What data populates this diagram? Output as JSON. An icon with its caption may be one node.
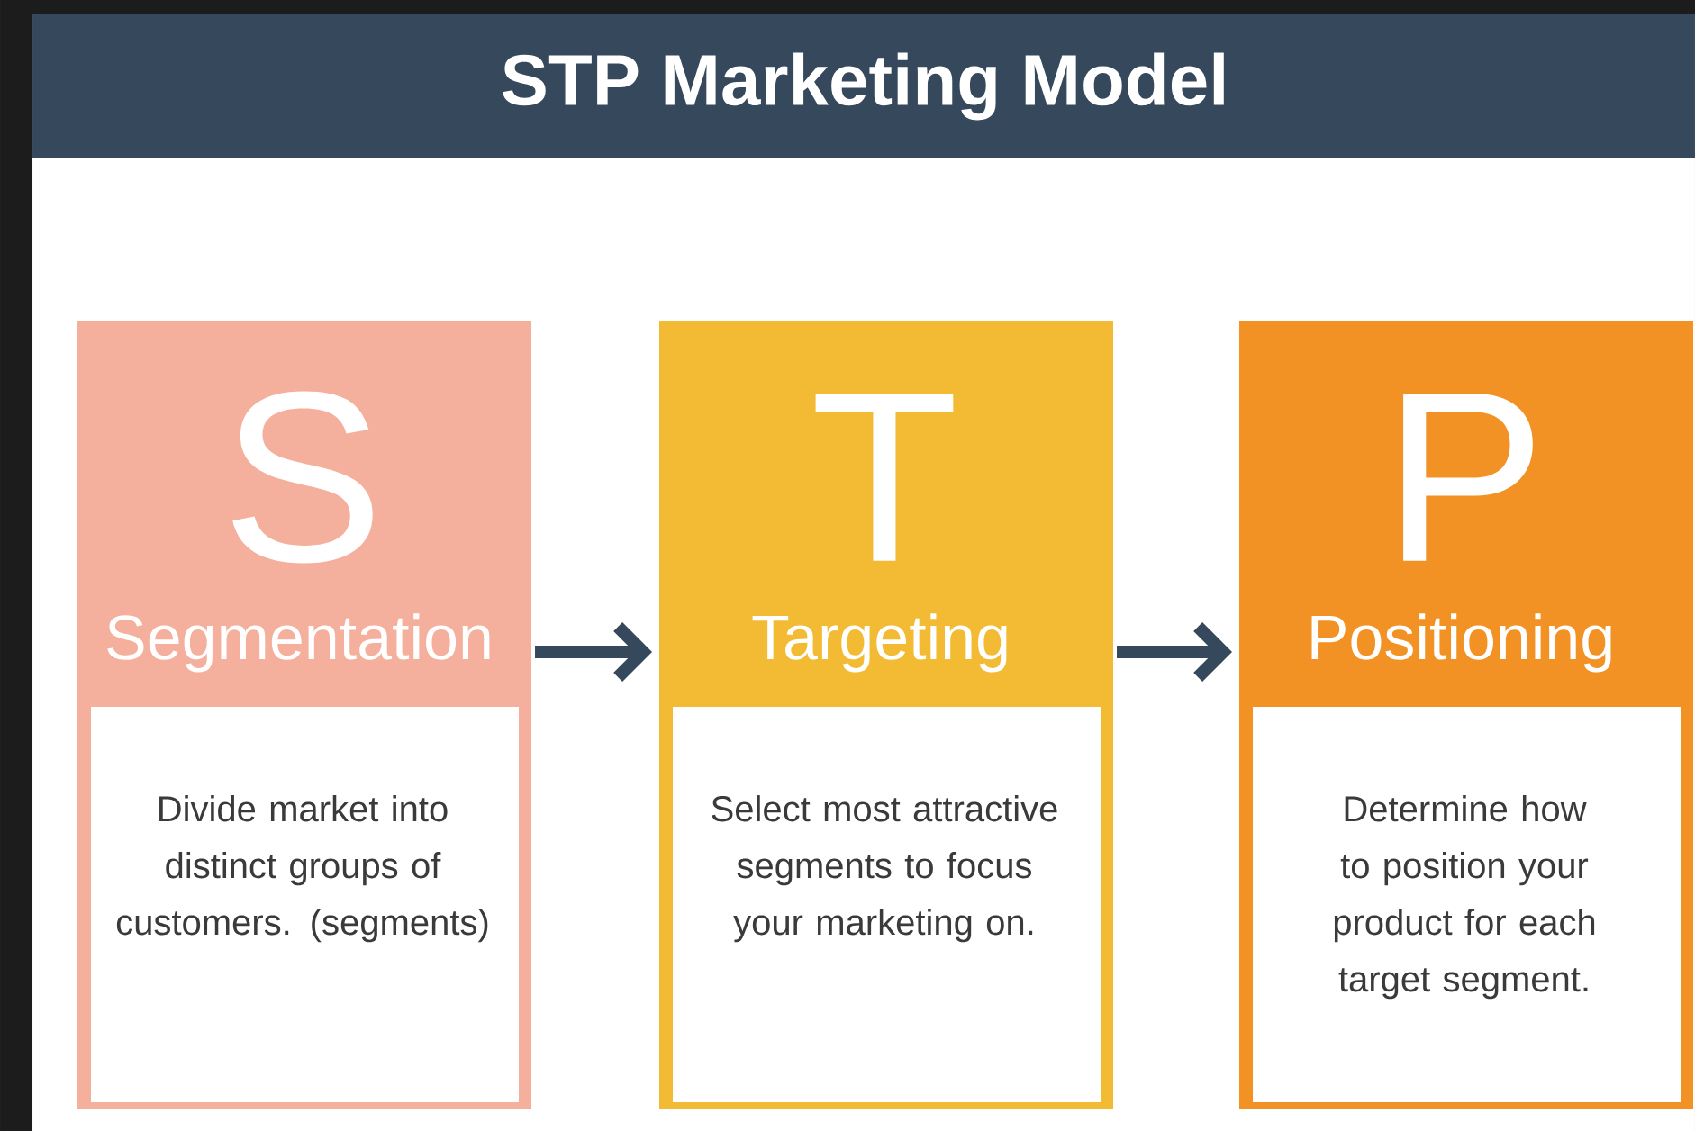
{
  "diagram": {
    "title": "STP Marketing Model",
    "nodes": [
      {
        "text": [
          "S",
          "Segmentation"
        ]
      },
      {
        "text": [
          "Divide market into distinct groups of customers. (segments)"
        ],
        "in": 0
      },
      {
        "text": [
          "T",
          "Targeting"
        ]
      },
      {
        "text": [
          "Select most attractive segments to focus your marketing on."
        ],
        "in": 2
      },
      {
        "text": [
          "P",
          "Positioning"
        ]
      },
      {
        "text": [
          "Determine how to position your product for each target segment."
        ],
        "in": 4
      }
    ],
    "edges": [
      {
        "from": 0,
        "to": 2,
        "arrow": "to"
      },
      {
        "from": 2,
        "to": 4,
        "arrow": "to"
      }
    ]
  }
}
